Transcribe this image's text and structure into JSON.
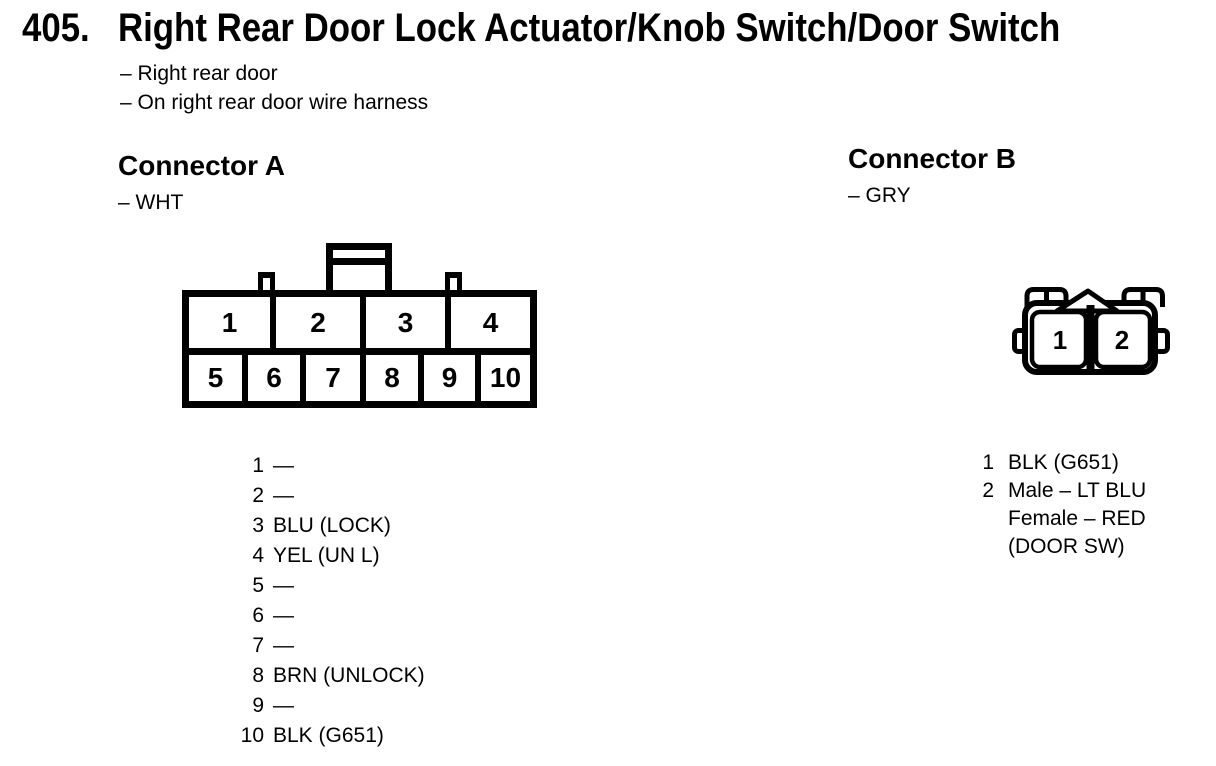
{
  "page": {
    "number": "405.",
    "title": "Right Rear Door Lock Actuator/Knob Switch/Door Switch",
    "bullets": [
      "– Right rear door",
      "– On right rear door wire harness"
    ]
  },
  "connector_a": {
    "heading": "Connector A",
    "color_note": "– WHT",
    "diagram": {
      "top_row": [
        "1",
        "2",
        "3",
        "4"
      ],
      "bottom_row": [
        "5",
        "6",
        "7",
        "8",
        "9",
        "10"
      ]
    },
    "pins": [
      {
        "num": "1",
        "label": "—"
      },
      {
        "num": "2",
        "label": "—"
      },
      {
        "num": "3",
        "label": "BLU (LOCK)"
      },
      {
        "num": "4",
        "label": "YEL (UN L)"
      },
      {
        "num": "5",
        "label": "—"
      },
      {
        "num": "6",
        "label": "—"
      },
      {
        "num": "7",
        "label": "—"
      },
      {
        "num": "8",
        "label": "BRN (UNLOCK)"
      },
      {
        "num": "9",
        "label": "—"
      },
      {
        "num": "10",
        "label": "BLK (G651)"
      }
    ]
  },
  "connector_b": {
    "heading": "Connector B",
    "color_note": "– GRY",
    "diagram": {
      "cavities": [
        "1",
        "2"
      ]
    },
    "pins": [
      {
        "num": "1",
        "lines": [
          "BLK (G651)",
          "",
          ""
        ]
      },
      {
        "num": "2",
        "lines": [
          "Male – LT BLU",
          "Female – RED",
          "(DOOR SW)"
        ]
      }
    ]
  },
  "colors": {
    "ink": "#000000",
    "paper": "#ffffff"
  }
}
